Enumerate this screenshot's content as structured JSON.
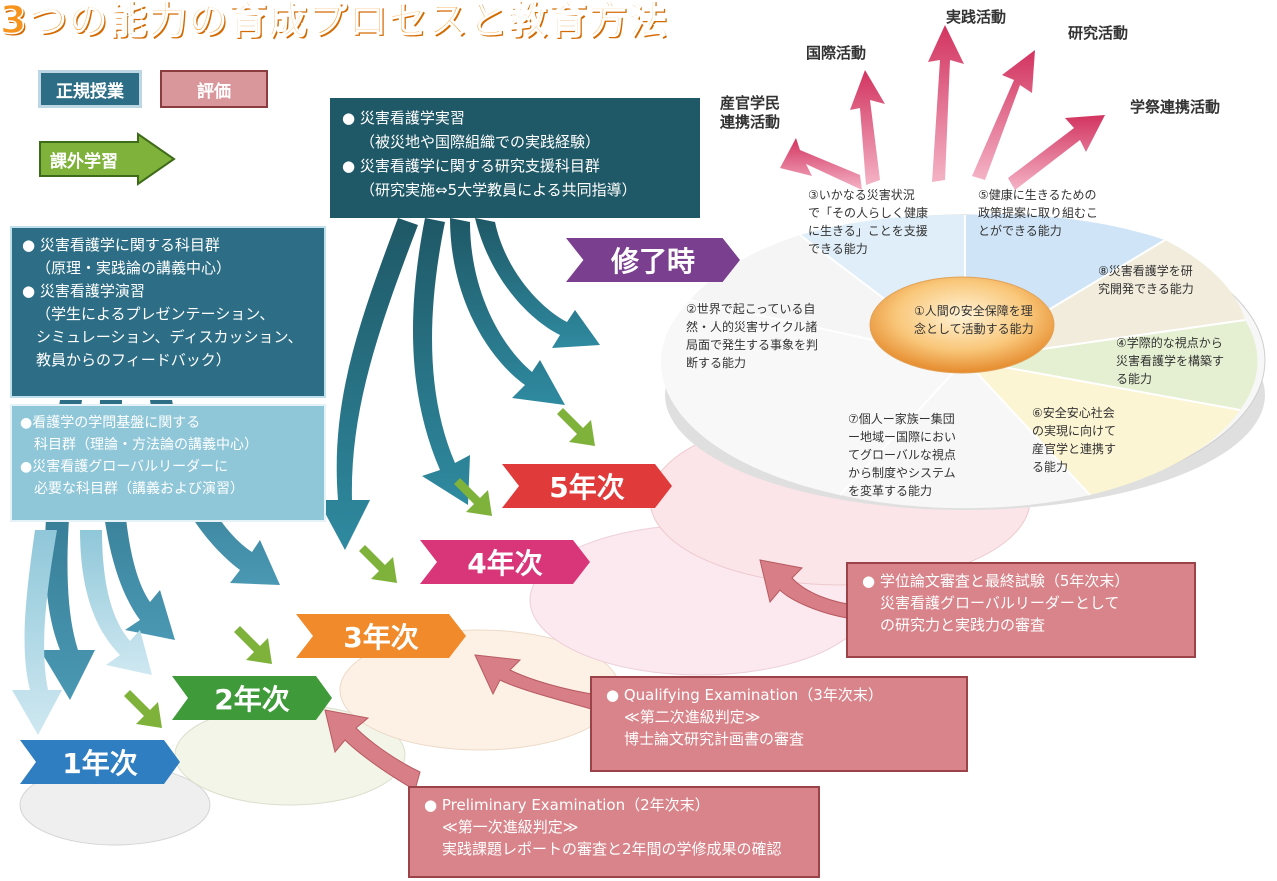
{
  "title": "3つの能力の育成プロセスと教育方法",
  "legend": {
    "regular": "正規授業",
    "evaluation": "評価",
    "extracurricular": "課外学習"
  },
  "activities": {
    "industry": [
      "産官学民",
      "連携活動"
    ],
    "international": "国際活動",
    "practice": "実践活動",
    "research": "研究活動",
    "academic": "学祭連携活動"
  },
  "top_box": {
    "lines": [
      "●  災害看護学実習",
      "（被災地や国際組織での実践経験）",
      "●  災害看護学に関する研究支援科目群",
      "（研究実施⇔5大学教員による共同指導）"
    ]
  },
  "mid_box": {
    "lines": [
      "● 災害看護学に関する科目群",
      "（原理・実践論の講義中心）",
      "● 災害看護学演習",
      "（学生によるプレゼンテーション、",
      "シミュレーション、ディスカッション、",
      "教員からのフィードバック）"
    ]
  },
  "low_box": {
    "lines": [
      "●看護学の学問基盤に関する",
      "科目群（理論・方法論の講義中心）",
      "●災害看護グローバルリーダーに",
      "必要な科目群（講義および演習）"
    ]
  },
  "years": {
    "y1": "1年次",
    "y2": "2年次",
    "y3": "3年次",
    "y4": "4年次",
    "y5": "5年次",
    "completion": "修了時"
  },
  "competencies": {
    "center": [
      "①人間の安全保障を理",
      "念として活動する能力"
    ],
    "c2": [
      "②世界で起こっている自",
      "然・人的災害サイクル諸",
      "局面で発生する事象を判",
      "断する能力"
    ],
    "c3": [
      "③いかなる災害状況",
      "で「その人らしく健康",
      "に生きる」ことを支援",
      "できる能力"
    ],
    "c5": [
      "⑤健康に生きるための",
      "政策提案に取り組むこ",
      "とができる能力"
    ],
    "c8": [
      "⑧災害看護学を研",
      "究開発できる能力"
    ],
    "c4": [
      "④学際的な視点から",
      "災害看護学を構築す",
      "る能力"
    ],
    "c6": [
      "⑥安全安心社会",
      "の実現に向けて",
      "産官学と連携す",
      "る能力"
    ],
    "c7": [
      "⑦個人ー家族ー集団",
      "ー地域ー国際におい",
      "てグローバルな視点",
      "から制度やシステム",
      "を変革する能力"
    ]
  },
  "evaluations": {
    "final": [
      "●  学位論文審査と最終試験（5年次末）",
      "災害看護グローバルリーダーとして",
      "の研究力と実践力の審査"
    ],
    "qualifying": [
      "●  Qualifying Examination（3年次末）",
      "≪第二次進級判定≫",
      "博士論文研究計画書の審査"
    ],
    "preliminary": [
      "●  Preliminary Examination（2年次末）",
      "≪第一次進級判定≫",
      "実践課題レポートの審査と2年間の学修成果の確認"
    ]
  },
  "colors": {
    "teal": "#2d6e86",
    "light_teal": "#8fc7d9",
    "dark_teal": "#1f5866",
    "eval_pink": "#d8848a",
    "green": "#7fb23a",
    "purple": "#7a3f8f",
    "red": "#e03a3a",
    "magenta": "#d9367a",
    "orange": "#f08a2a",
    "dark_green": "#3f9a3a",
    "blue": "#2f7ec1",
    "title_orange": "#f7941d"
  }
}
